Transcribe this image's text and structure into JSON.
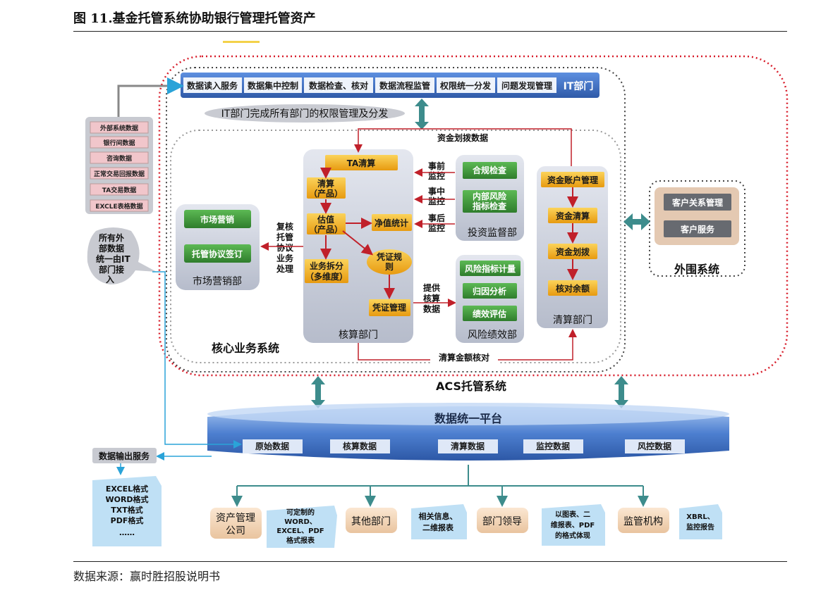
{
  "figure_title": "图 11.基金托管系统协助银行管理托管资产",
  "source": "数据来源：赢时胜招股说明书",
  "it_dept": {
    "label": "IT部门",
    "services": [
      "数据读入服务",
      "数据集中控制",
      "数据检查、核对",
      "数据流程监管",
      "权限统一分发",
      "问题发现管理"
    ],
    "permission_note": "IT部门完成所有部门的权限管理及分发"
  },
  "external_inputs": [
    "外部系统数据",
    "银行间数据",
    "咨询数据",
    "正常交易回报数据",
    "TA交易数据",
    "EXCLE表格数据"
  ],
  "external_note": "所有外部数据统一由IT部门接入",
  "core_system_label": "核心业务系统",
  "acs_label": "ACS托管系统",
  "marketing": {
    "label": "市场营销部",
    "items": [
      "市场营销",
      "托管协议签订"
    ]
  },
  "review_note": "复核托管协议业务处理",
  "accounting": {
    "label": "核算部门",
    "ta_clearing": "TA清算",
    "clearing_product": "清算（产品）",
    "valuation_product": "估值（产品）",
    "split": "业务拆分（多维度）",
    "voucher_rules": "凭证规则",
    "voucher_mgmt": "凭证管理",
    "nav_stats": "净值统计"
  },
  "fund_transfer_data": "资金划拨数据",
  "monitoring": {
    "labels": [
      "事前监控",
      "事中监控",
      "事后监控"
    ]
  },
  "investment_supervision": {
    "label": "投资监督部",
    "items": [
      "合规检查",
      "内部风险指标检查"
    ]
  },
  "provide_data": "提供核算数据",
  "risk_perf": {
    "label": "风险绩效部",
    "items": [
      "风险指标计量",
      "归因分析",
      "绩效评估"
    ]
  },
  "clearing_dept": {
    "label": "清算部门",
    "items": [
      "资金账户管理",
      "资金清算",
      "资金划拨",
      "核对余额"
    ]
  },
  "clearing_check": "清算金额核对",
  "peripheral": {
    "label": "外围系统",
    "items": [
      "客户关系管理",
      "客户服务"
    ]
  },
  "platform": {
    "label": "数据统一平台",
    "items": [
      "原始数据",
      "核算数据",
      "清算数据",
      "监控数据",
      "风控数据"
    ]
  },
  "data_output": {
    "label": "数据输出服务",
    "formats": [
      "EXCEL格式",
      "WORD格式",
      "TXT格式",
      "PDF格式",
      "……"
    ]
  },
  "consumers": [
    {
      "name": "资产管理公司",
      "desc": "可定制的WORD、EXCEL、PDF格式报表"
    },
    {
      "name": "其他部门",
      "desc": "相关信息、二维报表"
    },
    {
      "name": "部门领导",
      "desc": "以图表、二维报表、PDF的格式体现"
    },
    {
      "name": "监管机构",
      "desc": "XBRL、监控报告"
    }
  ],
  "colors": {
    "red_dotted": "#d81e2b",
    "blue_bar": "#3a63b8",
    "orange_box": "#f0a81a",
    "green_box": "#3f9a3a",
    "teal_arrow": "#3d8c8c",
    "pink_box": "#f1c6cb"
  }
}
